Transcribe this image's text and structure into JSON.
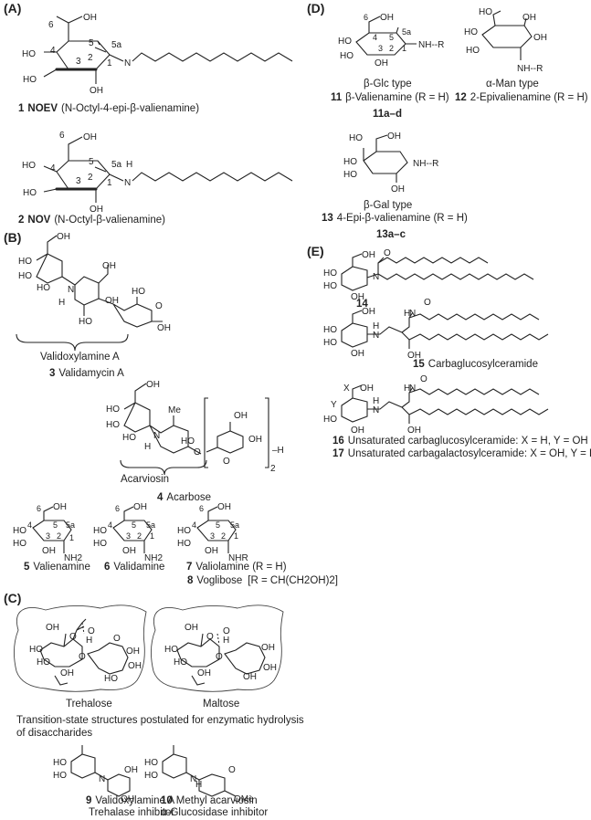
{
  "panels": {
    "A": "(A)",
    "B": "(B)",
    "C": "(C)",
    "D": "(D)",
    "E": "(E)"
  },
  "compound_1": {
    "number": "1",
    "name": "NOEV",
    "desc": "(N-Octyl-4-epi-β-valienamine)"
  },
  "compound_2": {
    "number": "2",
    "name": "NOV",
    "desc": "(N-Octyl-β-valienamine)"
  },
  "ring_numbers": [
    "6",
    "5",
    "5a",
    "4",
    "3",
    "2",
    "1"
  ],
  "atoms": {
    "oh": "OH",
    "ho": "HO",
    "h": "H",
    "n": "N",
    "nh2": "NH2",
    "nhr": "NHR",
    "nh_r": "NH--R",
    "me": "Me",
    "ome": "OMe",
    "o": "O",
    "x": "X",
    "y": "Y",
    "minus_h": "–H",
    "two": "2"
  },
  "panel_b": {
    "validoxylamine_a_label": "Validoxylamine A",
    "c3": {
      "number": "3",
      "name": "Validamycin A"
    },
    "acarviosin_label": "Acarviosin",
    "c4": {
      "number": "4",
      "name": "Acarbose"
    },
    "c5": {
      "number": "5",
      "name": "Valienamine"
    },
    "c6": {
      "number": "6",
      "name": "Validamine"
    },
    "c7": {
      "number": "7",
      "name": "Valiolamine (R = H)"
    },
    "c8": {
      "number": "8",
      "name": "Voglibose",
      "r": "[R = CH(CH2OH)2]"
    }
  },
  "panel_c": {
    "trehalose": "Trehalose",
    "maltose": "Maltose",
    "caption_line1": "Transition-state structures postulated for enzymatic hydrolysis",
    "caption_line2": "of disaccharides",
    "c9": {
      "number": "9",
      "name": "Validoxylamine A",
      "role": "Trehalase inhibitor"
    },
    "c10": {
      "number": "10",
      "name": "Methyl acarviosin",
      "role": "α-Glucosidase inhibitor"
    }
  },
  "panel_d": {
    "glc_type": "β-Glc type",
    "c11": {
      "number": "11",
      "name": "β-Valienamine (R = H)"
    },
    "c11ad": "11a–d",
    "man_type": "α-Man type",
    "c12": {
      "number": "12",
      "name": "2-Epivalienamine (R = H)"
    },
    "gal_type": "β-Gal type",
    "c13": {
      "number": "13",
      "name": "4-Epi-β-valienamine (R = H)"
    },
    "c13ac": "13a–c"
  },
  "panel_e": {
    "c14": {
      "number": "14"
    },
    "c15": {
      "number": "15",
      "name": "Carbaglucosylceramide"
    },
    "c16": {
      "number": "16",
      "name": "Unsaturated carbaglucosylceramide: X = H, Y = OH"
    },
    "c17": {
      "number": "17",
      "name": "Unsaturated carbagalactosylceramide: X = OH, Y = H"
    }
  }
}
